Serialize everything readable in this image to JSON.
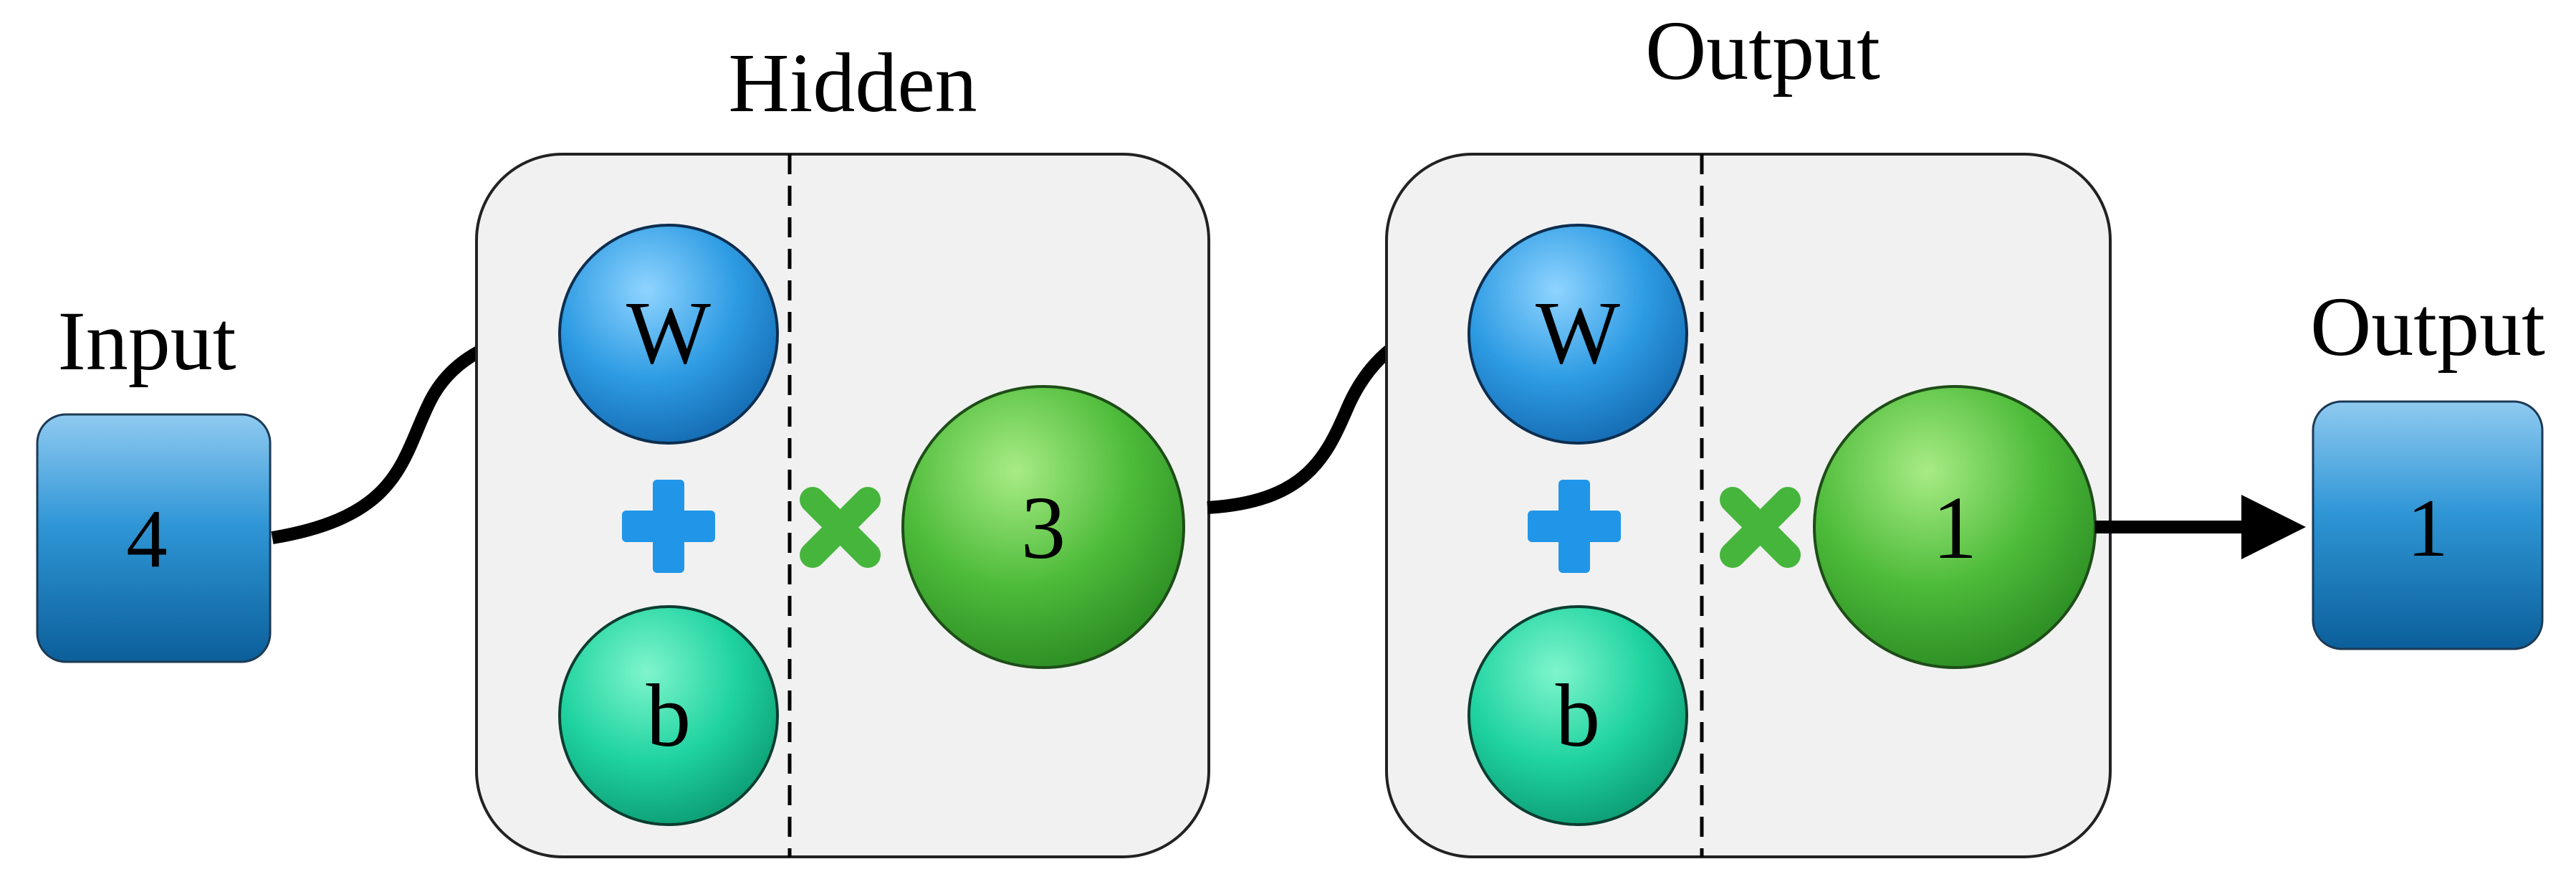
{
  "input": {
    "label": "Input",
    "value": "4"
  },
  "layers": [
    {
      "title": "Hidden",
      "weight": "W",
      "bias": "b",
      "plus": "+",
      "times": "×",
      "size": "3"
    },
    {
      "title": "Output",
      "weight": "W",
      "bias": "b",
      "plus": "+",
      "times": "×",
      "size": "1"
    }
  ],
  "output": {
    "label": "Output",
    "value": "1"
  },
  "colors": {
    "io_box": "#1a7fc0",
    "weight_node": "#2a9ae0",
    "bias_node": "#1fd6a0",
    "size_node": "#4cb83a",
    "plus_sign": "#2196e8",
    "times_sign": "#46b53c",
    "layer_panel": "#f1f1f1"
  }
}
